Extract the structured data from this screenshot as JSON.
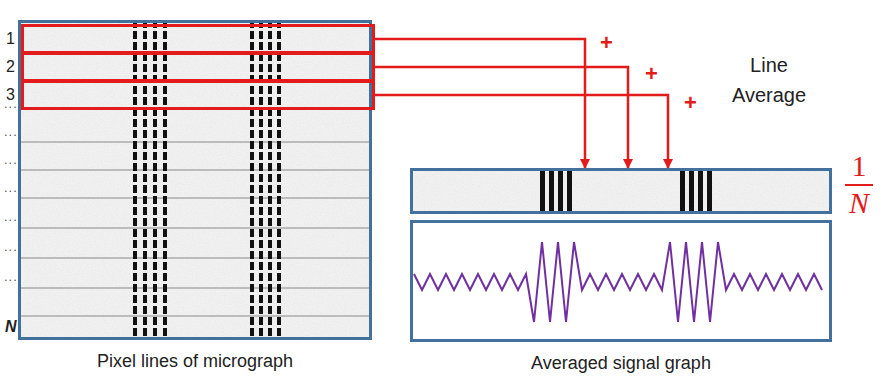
{
  "diagram": {
    "nodes": [
      {
        "text": [
          "Pixel lines of micrograph"
        ]
      },
      {
        "text": [
          "1"
        ],
        "in": 0
      },
      {
        "text": [
          "2"
        ],
        "in": 0
      },
      {
        "text": [
          "3"
        ],
        "in": 0
      },
      {
        "text": [
          "1",
          "N"
        ]
      },
      {
        "text": [
          "Averaged signal graph"
        ]
      }
    ],
    "edges": [
      {
        "from": 1,
        "to": 4,
        "arrow": "to"
      },
      {
        "from": 2,
        "to": 4,
        "arrow": "to"
      },
      {
        "from": 3,
        "to": 4,
        "arrow": "to"
      }
    ],
    "labels": [
      "+",
      "+",
      "+",
      "Line Average",
      "...",
      "...",
      "...",
      "...",
      "...",
      "...",
      "...",
      "N"
    ]
  }
}
